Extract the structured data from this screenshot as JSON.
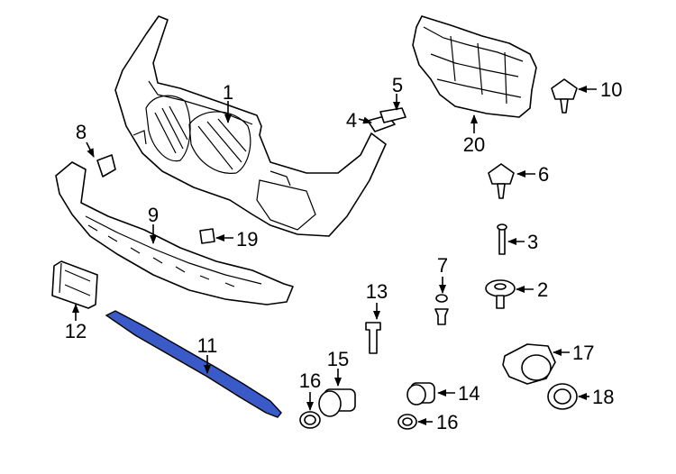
{
  "colors": {
    "line": "#000000",
    "highlight": "#3a5bc7",
    "background": "#ffffff"
  },
  "callouts": {
    "c1": "1",
    "c2": "2",
    "c3": "3",
    "c4": "4",
    "c5": "5",
    "c6": "6",
    "c7": "7",
    "c8": "8",
    "c9": "9",
    "c10": "10",
    "c11": "11",
    "c12": "12",
    "c13": "13",
    "c14": "14",
    "c15": "15",
    "c16a": "16",
    "c16b": "16",
    "c17": "17",
    "c18": "18",
    "c19": "19",
    "c20": "20"
  }
}
